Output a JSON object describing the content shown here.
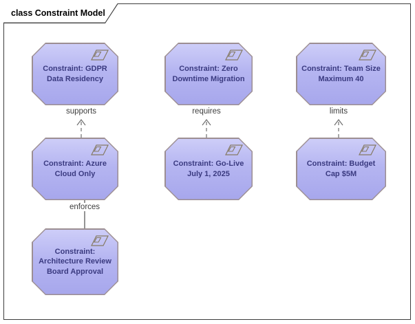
{
  "frame": {
    "title": "class Constraint Model"
  },
  "nodes": [
    {
      "label": "Constraint: GDPR Data Residency"
    },
    {
      "label": "Constraint: Zero Downtime Migration"
    },
    {
      "label": "Constraint: Team Size Maximum 40"
    },
    {
      "label": "Constraint: Azure Cloud Only"
    },
    {
      "label": "Constraint: Go-Live July 1, 2025"
    },
    {
      "label": "Constraint: Budget Cap $5M"
    },
    {
      "label": "Constraint: Architecture Review Board Approval"
    }
  ],
  "connectors": [
    {
      "label": "supports",
      "from": "Constraint: Azure Cloud Only",
      "to": "Constraint: GDPR Data Residency",
      "line": "dashed-open-arrow"
    },
    {
      "label": "requires",
      "from": "Constraint: Go-Live July 1, 2025",
      "to": "Constraint: Zero Downtime Migration",
      "line": "dashed-open-arrow"
    },
    {
      "label": "limits",
      "from": "Constraint: Budget Cap $5M",
      "to": "Constraint: Team Size Maximum 40",
      "line": "dashed-open-arrow"
    },
    {
      "label": "enforces",
      "from": "Constraint: Azure Cloud Only",
      "to": "Constraint: Architecture Review Board Approval",
      "line": "solid"
    }
  ],
  "colors": {
    "node_fill_top": "#cdcdf8",
    "node_fill_bottom": "#a7a7ec",
    "node_border": "#9c8e92",
    "node_text": "#3a3a80",
    "connector_line": "#6e6e6e",
    "frame_border": "#3c3c3c"
  }
}
